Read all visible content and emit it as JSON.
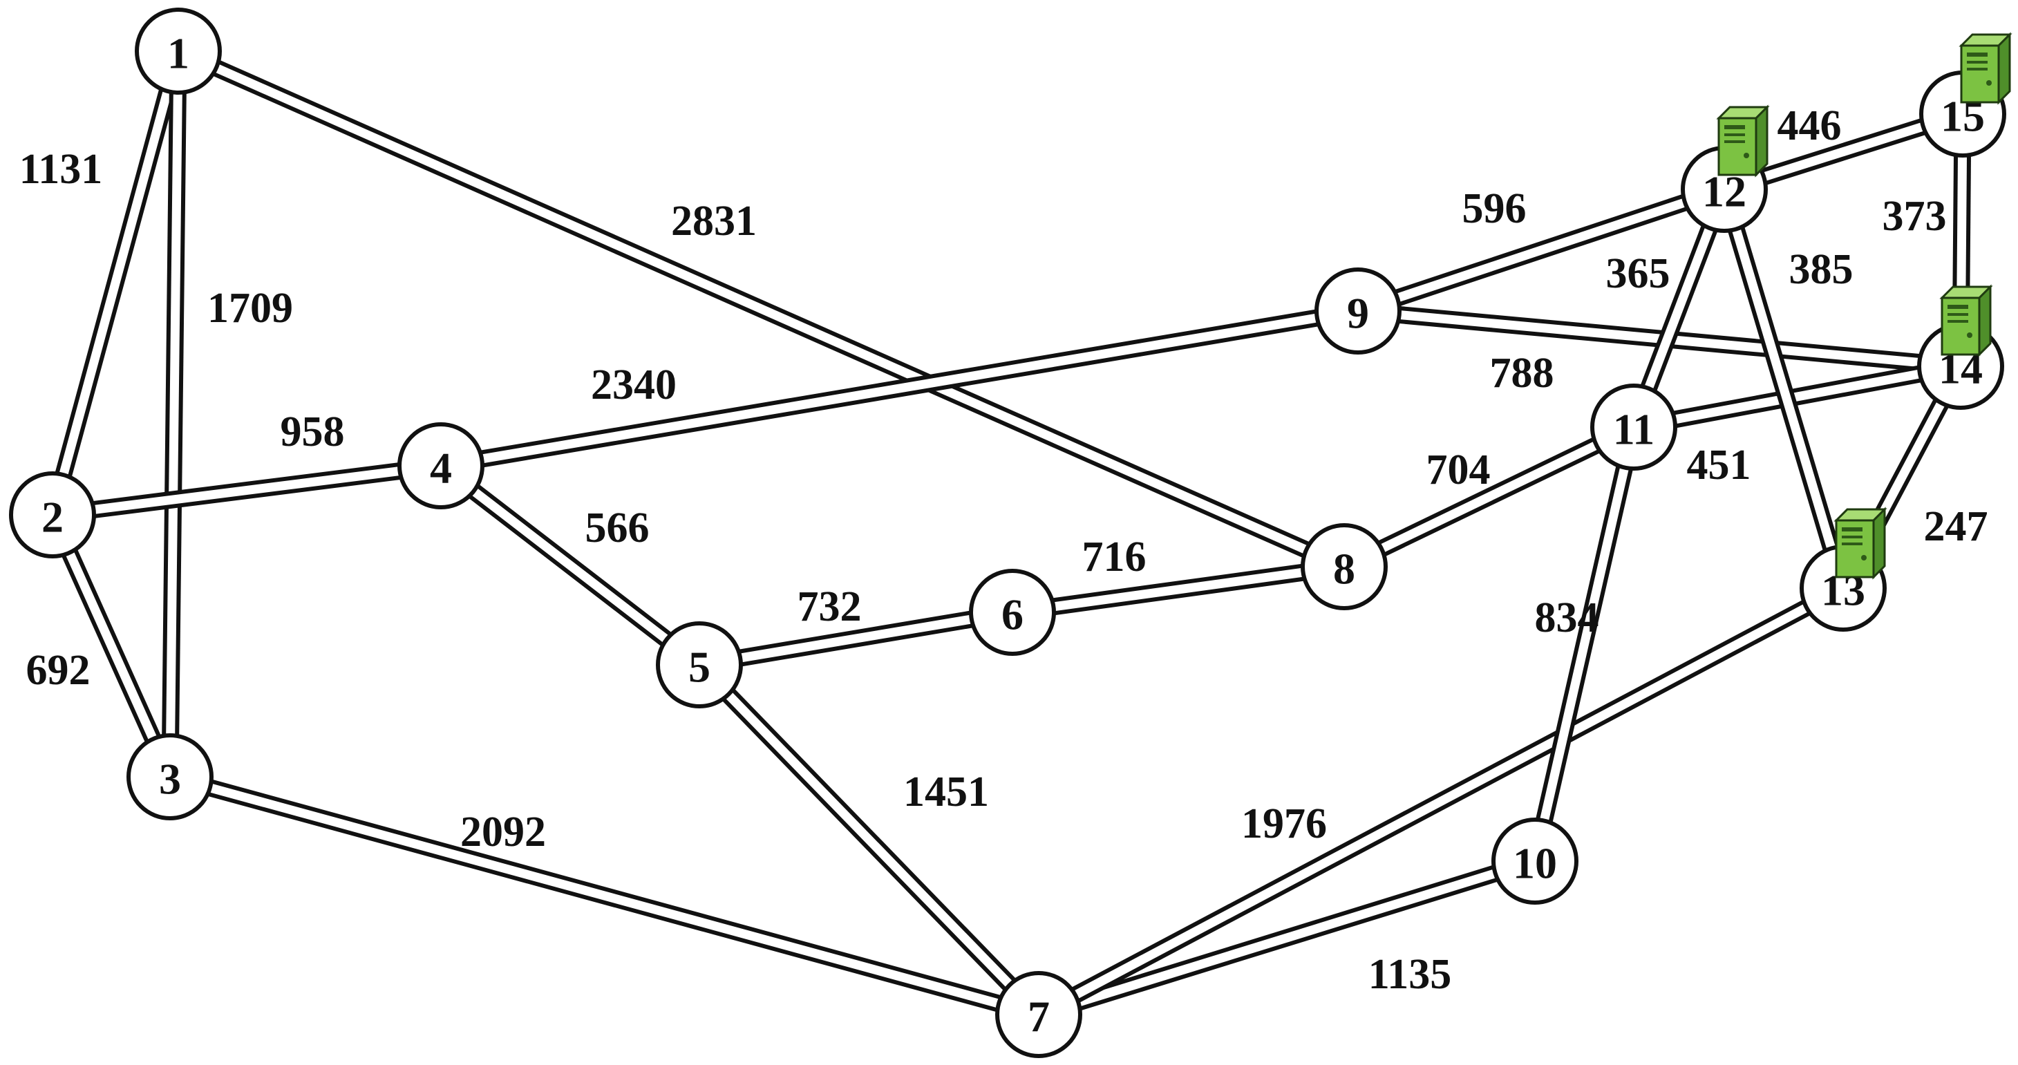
{
  "server_icon": {
    "name": "server-icon",
    "color": "#7cc242"
  },
  "nodes": [
    {
      "id": "1"
    },
    {
      "id": "2"
    },
    {
      "id": "3"
    },
    {
      "id": "4"
    },
    {
      "id": "5"
    },
    {
      "id": "6"
    },
    {
      "id": "7"
    },
    {
      "id": "8"
    },
    {
      "id": "9"
    },
    {
      "id": "10"
    },
    {
      "id": "11"
    },
    {
      "id": "12",
      "server": true
    },
    {
      "id": "13",
      "server": true
    },
    {
      "id": "14",
      "server": true
    },
    {
      "id": "15",
      "server": true
    }
  ],
  "edges": [
    {
      "from": "1",
      "to": "2",
      "label": "1131"
    },
    {
      "from": "1",
      "to": "3",
      "label": "1709"
    },
    {
      "from": "1",
      "to": "8",
      "label": "2831"
    },
    {
      "from": "2",
      "to": "3",
      "label": "692"
    },
    {
      "from": "2",
      "to": "4",
      "label": "958"
    },
    {
      "from": "3",
      "to": "7",
      "label": "2092"
    },
    {
      "from": "4",
      "to": "5",
      "label": "566"
    },
    {
      "from": "4",
      "to": "9",
      "label": "2340"
    },
    {
      "from": "5",
      "to": "6",
      "label": "732"
    },
    {
      "from": "5",
      "to": "7",
      "label": "1451"
    },
    {
      "from": "6",
      "to": "8",
      "label": "716"
    },
    {
      "from": "8",
      "to": "11",
      "label": "704"
    },
    {
      "from": "9",
      "to": "12",
      "label": "596"
    },
    {
      "from": "9",
      "to": "14",
      "label": "788"
    },
    {
      "from": "7",
      "to": "10",
      "label": "1135"
    },
    {
      "from": "7",
      "to": "13",
      "label": "1976"
    },
    {
      "from": "10",
      "to": "11",
      "label": "834"
    },
    {
      "from": "11",
      "to": "12",
      "label": "365"
    },
    {
      "from": "11",
      "to": "14",
      "label": "451"
    },
    {
      "from": "12",
      "to": "13",
      "label": "385"
    },
    {
      "from": "12",
      "to": "15",
      "label": "446"
    },
    {
      "from": "13",
      "to": "14",
      "label": "247"
    },
    {
      "from": "14",
      "to": "15",
      "label": "373"
    }
  ]
}
